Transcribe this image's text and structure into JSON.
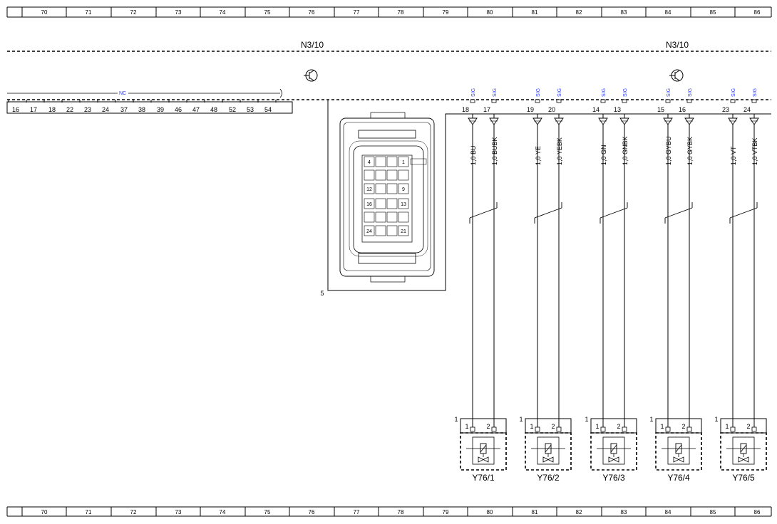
{
  "ruler": {
    "columns": [
      "70",
      "71",
      "72",
      "73",
      "74",
      "75",
      "76",
      "77",
      "78",
      "79",
      "80",
      "81",
      "82",
      "83",
      "84",
      "85",
      "86"
    ]
  },
  "control_unit": {
    "label_left": "N3/10",
    "label_right": "N3/10",
    "unused_pins": [
      "16",
      "17",
      "18",
      "22",
      "23",
      "24",
      "37",
      "38",
      "39",
      "46",
      "47",
      "48",
      "52",
      "53",
      "54"
    ],
    "nc_label": "NC",
    "connector_ref": "5",
    "connector_cavities": [
      "4",
      "1",
      "12",
      "9",
      "16",
      "13",
      "24",
      "21"
    ]
  },
  "valves": [
    {
      "ref": "Y76/1",
      "pins": [
        "18",
        "17"
      ],
      "wires": [
        "1,0 BU",
        "1,0 BUBK"
      ],
      "sig": [
        "SIG",
        "SIG"
      ],
      "conn_pins": [
        "1",
        "2"
      ],
      "ground": "1"
    },
    {
      "ref": "Y76/2",
      "pins": [
        "19",
        "20"
      ],
      "wires": [
        "1,0 YE",
        "1,0 YEBK"
      ],
      "sig": [
        "SIG",
        "SIG"
      ],
      "conn_pins": [
        "1",
        "2"
      ],
      "ground": "1"
    },
    {
      "ref": "Y76/3",
      "pins": [
        "14",
        "13"
      ],
      "wires": [
        "1,0 GN",
        "1,0 GNBK"
      ],
      "sig": [
        "SIG",
        "SIG"
      ],
      "conn_pins": [
        "1",
        "2"
      ],
      "ground": "1"
    },
    {
      "ref": "Y76/4",
      "pins": [
        "15",
        "16"
      ],
      "wires": [
        "1,0 GYBU",
        "1,0 GYBK"
      ],
      "sig": [
        "SIG",
        "SIG"
      ],
      "conn_pins": [
        "1",
        "2"
      ],
      "ground": "1"
    },
    {
      "ref": "Y76/5",
      "pins": [
        "23",
        "24"
      ],
      "wires": [
        "1,0 VT",
        "1,0 VTBK"
      ],
      "sig": [
        "SIG",
        "SIG"
      ],
      "conn_pins": [
        "1",
        "2"
      ],
      "ground": "1"
    }
  ]
}
